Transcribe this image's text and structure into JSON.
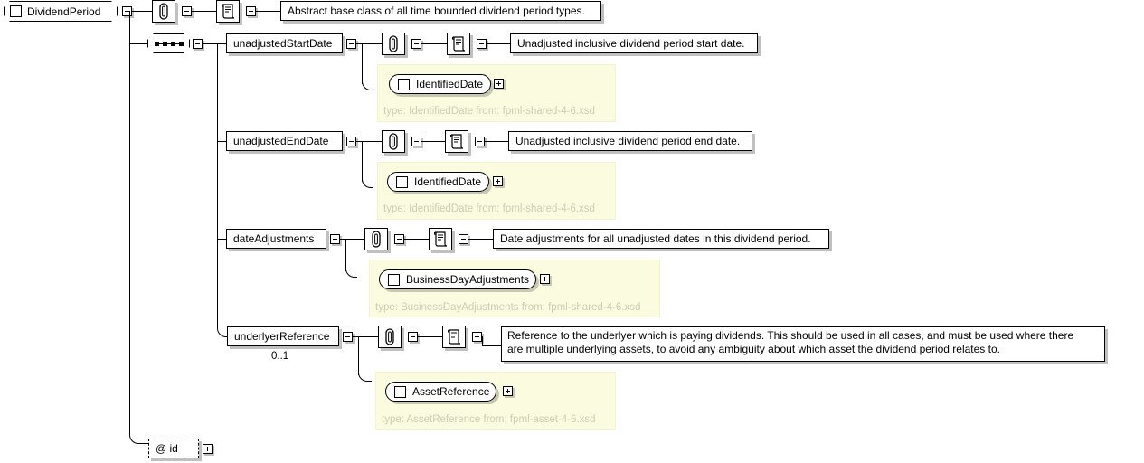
{
  "diagram": {
    "title": "DividendPeriod",
    "root": {
      "label": "DividendPeriod",
      "toggle": "collapse-toggle",
      "annotation_icon": "paperclip-icon",
      "documentation_icon": "documentation-scroll-icon",
      "documentation": "Abstract base class of all time bounded dividend period types."
    },
    "compositor": {
      "kind": "sequence",
      "label": "sequence-compositor"
    },
    "elements": [
      {
        "name": "unadjustedStartDate",
        "cardinality": "",
        "documentation": "Unadjusted inclusive dividend period start date.",
        "type_box": "IdentifiedDate",
        "type_footer": "type: IdentifiedDate from: fpml-shared-4-6.xsd"
      },
      {
        "name": "unadjustedEndDate",
        "cardinality": "",
        "documentation": "Unadjusted inclusive dividend period end date.",
        "type_box": "IdentifiedDate",
        "type_footer": "type: IdentifiedDate from: fpml-shared-4-6.xsd"
      },
      {
        "name": "dateAdjustments",
        "cardinality": "",
        "documentation": "Date adjustments for all unadjusted dates in this dividend period.",
        "type_box": "BusinessDayAdjustments",
        "type_footer": "type: BusinessDayAdjustments from: fpml-shared-4-6.xsd"
      },
      {
        "name": "underlyerReference",
        "cardinality": "0..1",
        "documentation_line1": "Reference to the underlyer which is paying dividends. This should be used in all cases, and must be used where there",
        "documentation_line2": "are multiple underlying assets, to avoid any ambiguity about which asset the dividend period relates to.",
        "type_box": "AssetReference",
        "type_footer": "type: AssetReference from: fpml-asset-4-6.xsd"
      }
    ],
    "attribute": {
      "label": "@ id",
      "toggle": "expand-toggle"
    },
    "colors": {
      "panel_fill": "#fbfbe0",
      "panel_border": "#f2f2cf",
      "footer_text": "#cdcdb4",
      "shadow": "#c0c0c0",
      "line": "#000000"
    }
  }
}
